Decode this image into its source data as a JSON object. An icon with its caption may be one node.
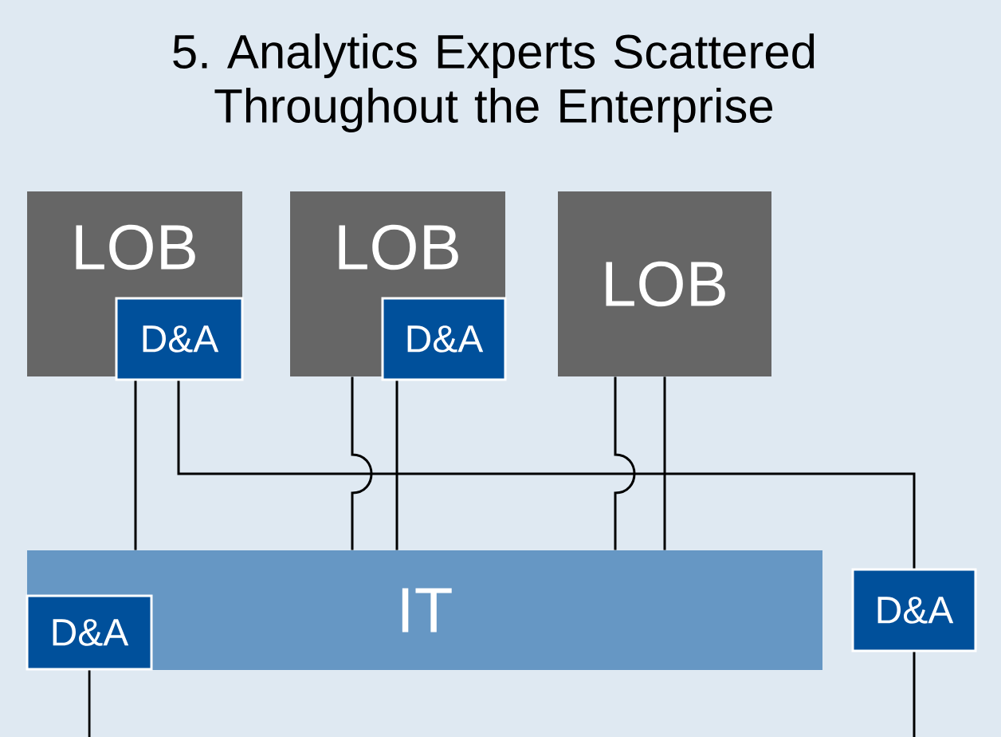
{
  "diagram": {
    "title": "5. Analytics Experts Scattered Throughout the Enterprise",
    "nodes": [
      {
        "text": [
          "LOB"
        ]
      },
      {
        "text": [
          "D&A"
        ],
        "in": 0
      },
      {
        "text": [
          "LOB"
        ]
      },
      {
        "text": [
          "D&A"
        ],
        "in": 2
      },
      {
        "text": [
          "LOB"
        ]
      },
      {
        "text": [
          "IT"
        ]
      },
      {
        "text": [
          "D&A"
        ],
        "in": 5
      },
      {
        "text": [
          "D&A"
        ]
      }
    ],
    "edges": [
      {
        "from": 1,
        "to": 5,
        "arrow": "none"
      },
      {
        "from": 1,
        "to": 7,
        "arrow": "none"
      },
      {
        "from": 2,
        "to": 5,
        "arrow": "none"
      },
      {
        "from": 3,
        "to": 5,
        "arrow": "none"
      },
      {
        "from": 4,
        "to": 5,
        "arrow": "none"
      },
      {
        "from": 4,
        "to": 5,
        "arrow": "none"
      },
      {
        "from": 6,
        "to": null,
        "arrow": "none"
      },
      {
        "from": 7,
        "to": null,
        "arrow": "none"
      }
    ]
  }
}
